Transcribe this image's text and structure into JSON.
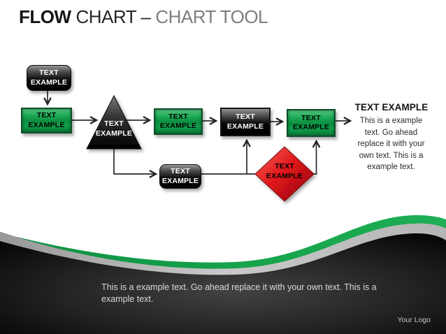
{
  "slide": {
    "title": {
      "part_bold": "FLOW",
      "part_dark": "CHART –",
      "part_light": "CHART TOOL"
    }
  },
  "flowchart": {
    "nodes": {
      "start_top": {
        "label": "TEXT EXAMPLE",
        "shape": "rounded-black"
      },
      "step1": {
        "label": "TEXT EXAMPLE",
        "shape": "green-rect"
      },
      "triangle": {
        "label": "TEXT EXAMPLE",
        "shape": "black-triangle"
      },
      "step2": {
        "label": "TEXT EXAMPLE",
        "shape": "green-rect"
      },
      "step3": {
        "label": "TEXT EXAMPLE",
        "shape": "black-rect"
      },
      "step4": {
        "label": "TEXT EXAMPLE",
        "shape": "green-rect"
      },
      "substep": {
        "label": "TEXT EXAMPLE",
        "shape": "rounded-black"
      },
      "decision": {
        "label": "TEXT EXAMPLE",
        "shape": "red-diamond"
      }
    },
    "callout": {
      "heading": "TEXT EXAMPLE",
      "body": "This is a example text. Go ahead replace it with your own text. This is a example text."
    }
  },
  "footer": {
    "note": "This is a example text. Go ahead replace it with your own text. This is a example text.",
    "logo": "Your Logo"
  },
  "colors": {
    "accent_green": "#16a34a",
    "node_green": "#0c8f41",
    "node_red": "#e01219",
    "node_black": "#0b0b0b",
    "band_gray": "#b3b3b3",
    "footer_bg": "#262626"
  }
}
